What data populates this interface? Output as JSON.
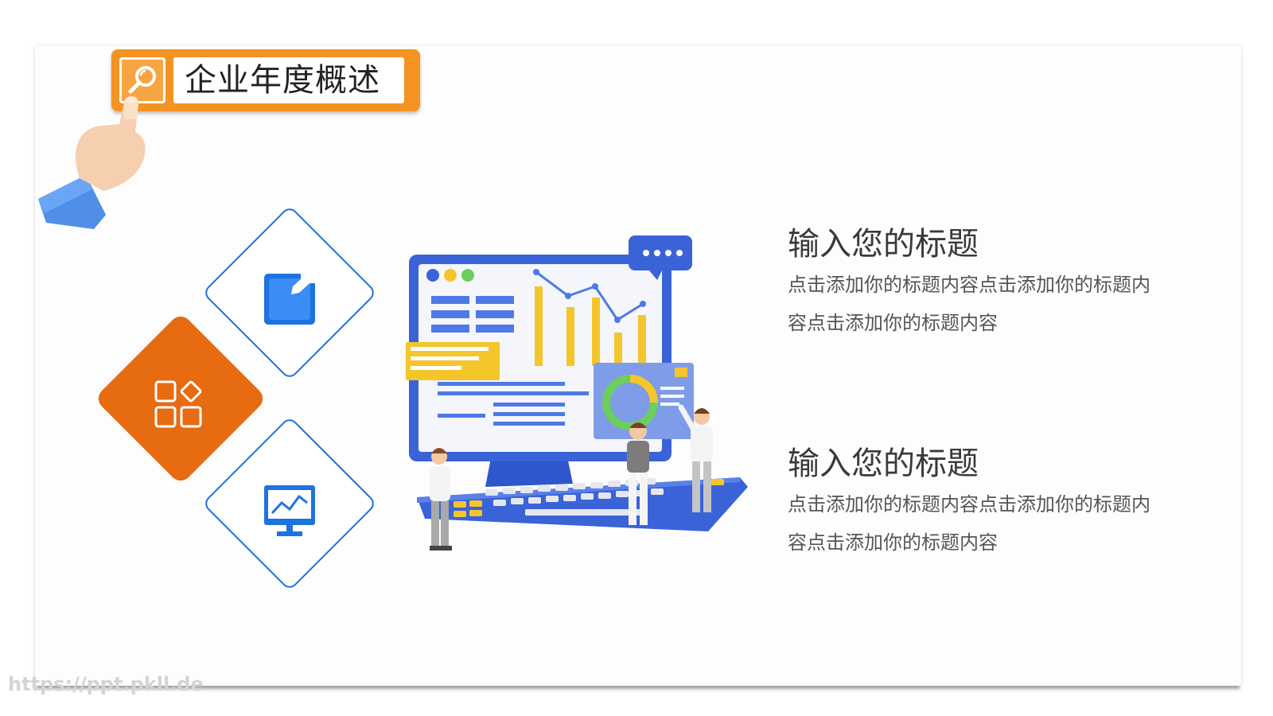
{
  "header": {
    "title": "企业年度概述"
  },
  "icons": {
    "title_icon": "magnifier-icon",
    "hand": "pointing-hand-icon",
    "center_diamond": "apps-grid-icon",
    "top_diamond": "edit-icon",
    "bottom_diamond": "monitor-chart-icon",
    "illustration": "computer-dashboard-illustration"
  },
  "colors": {
    "accent_orange": "#f39322",
    "diamond_orange": "#e66b11",
    "blue": "#1e6fd9",
    "text_dark": "#3a3a3a"
  },
  "items": [
    {
      "title": "输入您的标题",
      "body": "点击添加你的标题内容点击添加你的标题内容点击添加你的标题内容"
    },
    {
      "title": "输入您的标题",
      "body": "点击添加你的标题内容点击添加你的标题内容点击添加你的标题内容"
    }
  ],
  "watermark": "https://ppt.pkll.de"
}
